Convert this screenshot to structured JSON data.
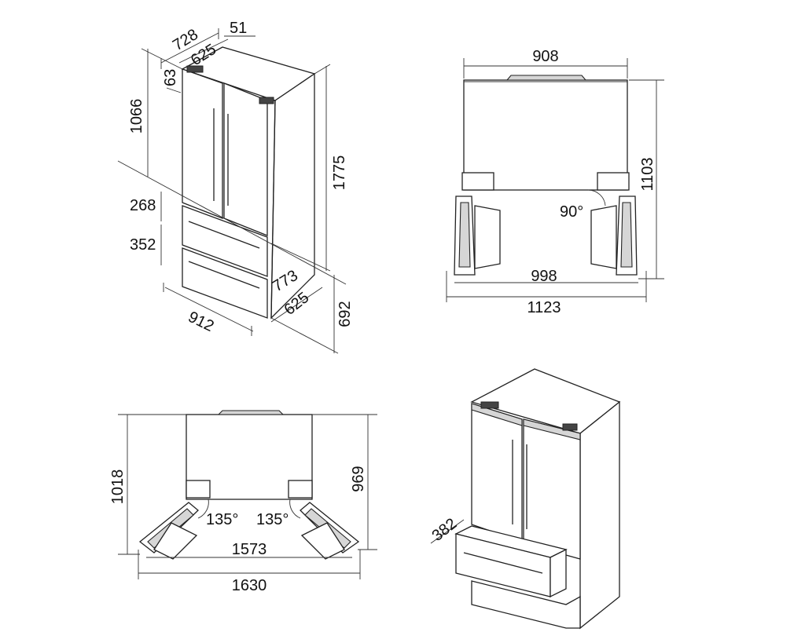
{
  "views": {
    "iso_dimensioned": {
      "dims": {
        "depth_total": "728",
        "door_gap": "51",
        "depth_body": "625",
        "top_offset": "63",
        "fridge_height": "1066",
        "total_height": "1775",
        "drawer_top": "268",
        "drawer_bottom": "352",
        "drawer_open_depth": "773",
        "width": "912",
        "depth_side": "625",
        "drawer_open_height": "692"
      }
    },
    "top_90": {
      "dims": {
        "width": "908",
        "depth": "1103",
        "angle": "90°",
        "inner_width": "998",
        "outer_width": "1123"
      }
    },
    "top_135": {
      "dims": {
        "depth_left": "1018",
        "depth_right": "969",
        "angle_left": "135°",
        "angle_right": "135°",
        "inner_width": "1573",
        "outer_width": "1630"
      }
    },
    "iso_open_drawer": {
      "dims": {
        "drawer_depth": "382"
      }
    }
  }
}
